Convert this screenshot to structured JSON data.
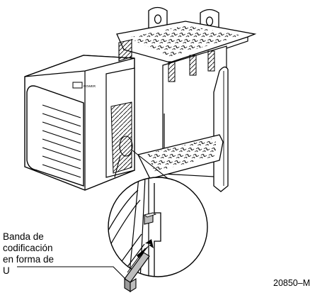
{
  "power_label": "POWER",
  "callout": {
    "lines": [
      "Banda de",
      "codificación",
      "en forma de",
      "U"
    ]
  },
  "figure_id": "20850–M"
}
